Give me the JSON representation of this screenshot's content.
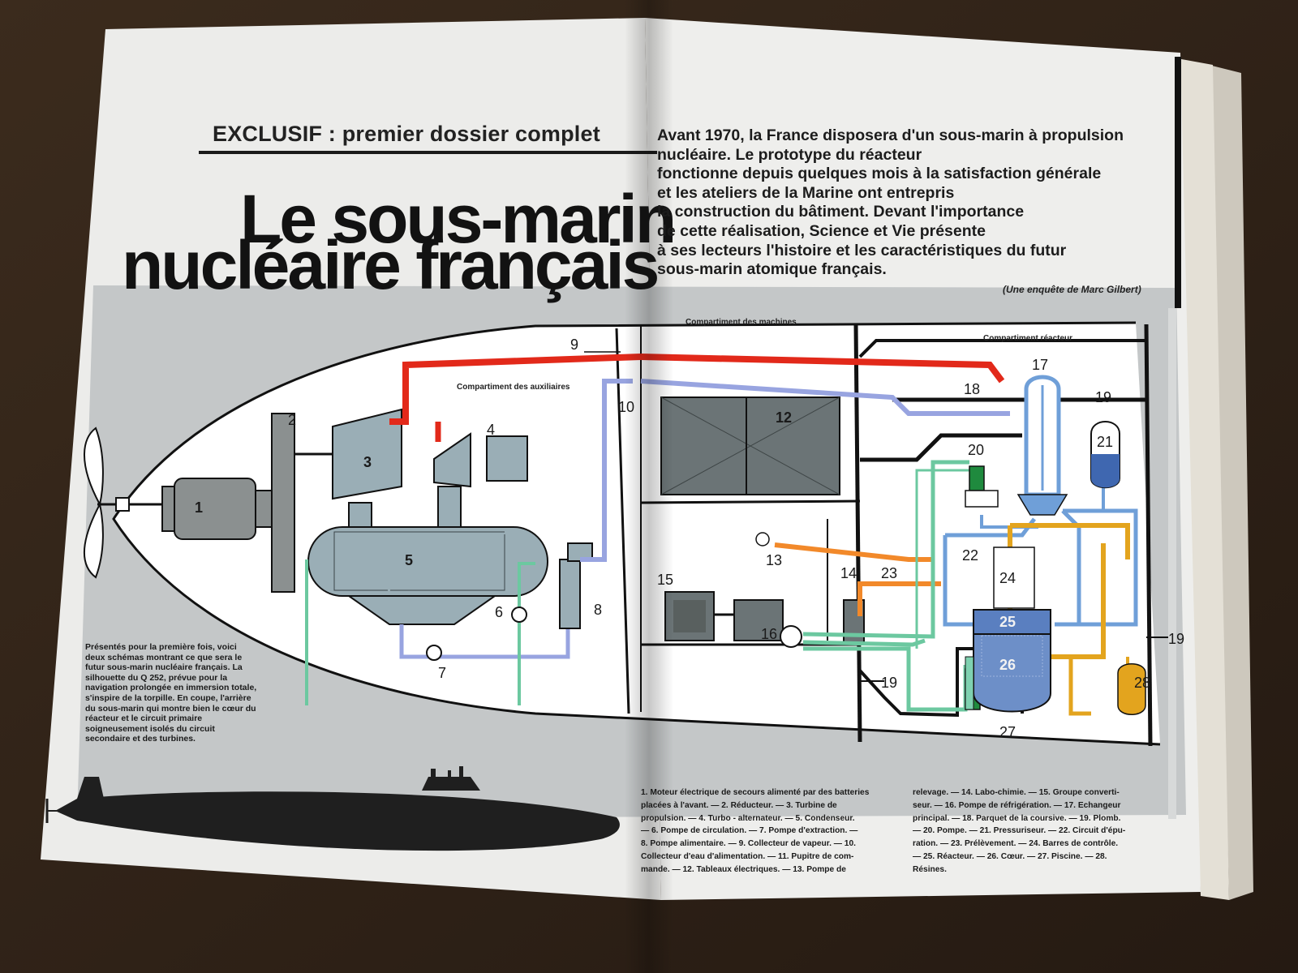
{
  "article": {
    "kicker": "EXCLUSIF : premier dossier complet",
    "title_line1": "Le sous-marin",
    "title_line2": "nucléaire français",
    "intro_lines": [
      "Avant 1970, la France disposera d'un sous-marin à propulsion",
      "nucléaire. Le prototype du réacteur",
      "fonctionne depuis quelques mois à la satisfaction générale",
      "et les ateliers de la Marine ont entrepris",
      "la construction du bâtiment. Devant l'importance",
      "de cette réalisation, Science et Vie présente",
      "à ses lecteurs l'histoire et les caractéristiques du futur",
      "sous-marin atomique français."
    ],
    "byline": "(Une enquête de Marc Gilbert)",
    "caption": "Présentés pour la première fois, voici deux schémas montrant ce que sera le futur sous-marin nucléaire français. La silhouette du Q 252, prévue pour la navigation prolongée en immersion totale, s'inspire de la torpille. En coupe, l'arrière du sous-marin qui montre bien le cœur du réacteur et le circuit primaire soigneusement isolés du circuit secondaire et des turbines."
  },
  "diagram": {
    "compartments": {
      "auxiliaires": "Compartiment des auxiliaires",
      "machines": "Compartiment des machines",
      "reacteur": "Compartiment réacteur"
    },
    "numbers": [
      "1",
      "2",
      "3",
      "4",
      "5",
      "6",
      "7",
      "8",
      "9",
      "10",
      "12",
      "13",
      "14",
      "15",
      "16",
      "17",
      "18",
      "19",
      "20",
      "21",
      "22",
      "23",
      "24",
      "25",
      "26",
      "27",
      "28"
    ]
  },
  "legend": {
    "col1": [
      "1. Moteur électrique de secours alimenté par des batteries",
      "placées à l'avant. — 2. Réducteur. — 3. Turbine de",
      "propulsion. — 4. Turbo - alternateur. — 5. Condenseur.",
      "— 6. Pompe de circulation. — 7. Pompe d'extraction. —",
      "8. Pompe alimentaire. — 9. Collecteur de vapeur. — 10.",
      "Collecteur d'eau d'alimentation. — 11. Pupitre de com-",
      "mande. — 12. Tableaux électriques. — 13. Pompe de"
    ],
    "col2": [
      "relevage. — 14. Labo-chimie. — 15. Groupe converti-",
      "seur. — 16. Pompe de réfrigération. — 17. Echangeur",
      "principal. — 18. Parquet de la coursive. — 19. Plomb.",
      "— 20. Pompe. — 21. Pressuriseur. — 22. Circuit d'épu-",
      "ration. — 23. Prélèvement. — 24. Barres de contrôle.",
      "— 25. Réacteur. — 26. Cœur. — 27. Piscine. — 28.",
      "Résines."
    ]
  }
}
